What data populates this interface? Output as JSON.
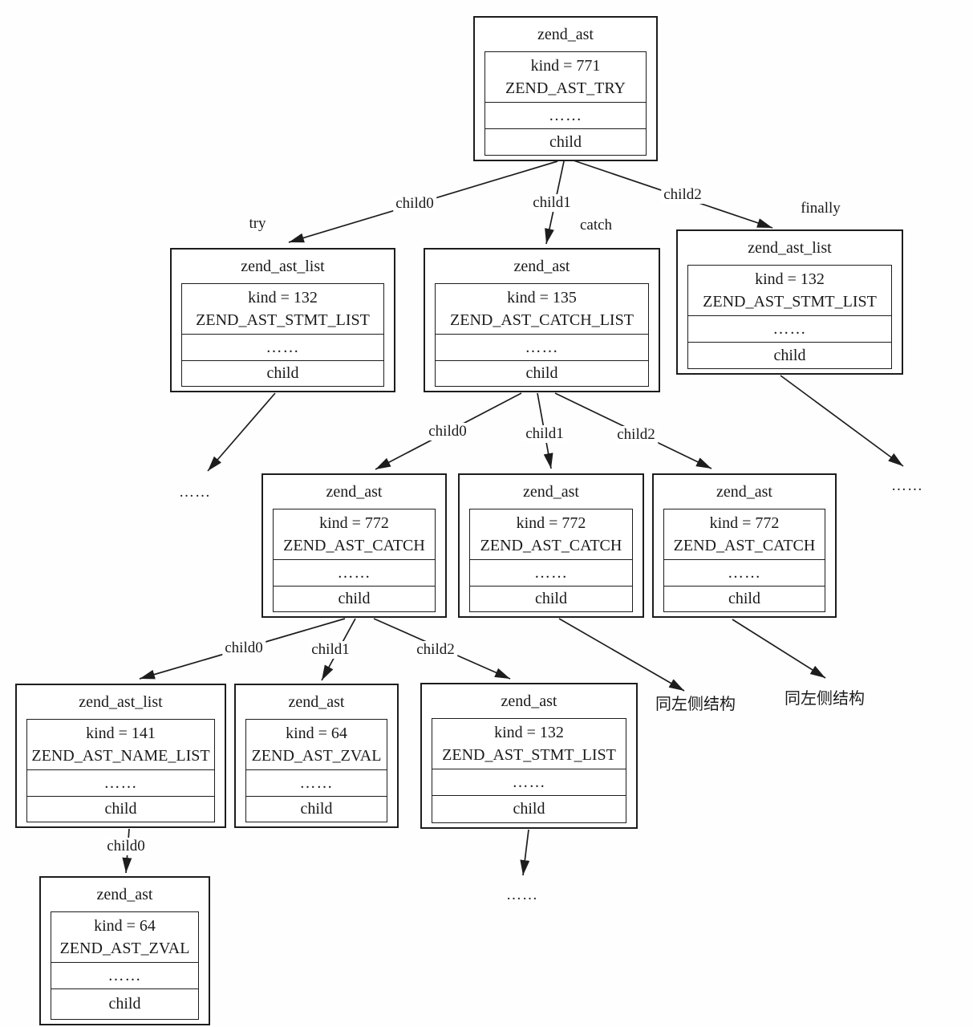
{
  "nodes": {
    "try_root": {
      "title": "zend_ast",
      "kind": "kind = 771",
      "kind_name": "ZEND_AST_TRY",
      "dots": "……",
      "child": "child"
    },
    "try_stmt_list": {
      "title": "zend_ast_list",
      "kind": "kind = 132",
      "kind_name": "ZEND_AST_STMT_LIST",
      "dots": "……",
      "child": "child"
    },
    "catch_list": {
      "title": "zend_ast",
      "kind": "kind = 135",
      "kind_name": "ZEND_AST_CATCH_LIST",
      "dots": "……",
      "child": "child"
    },
    "finally_stmt_list": {
      "title": "zend_ast_list",
      "kind": "kind = 132",
      "kind_name": "ZEND_AST_STMT_LIST",
      "dots": "……",
      "child": "child"
    },
    "catch_0": {
      "title": "zend_ast",
      "kind": "kind = 772",
      "kind_name": "ZEND_AST_CATCH",
      "dots": "……",
      "child": "child"
    },
    "catch_1": {
      "title": "zend_ast",
      "kind": "kind = 772",
      "kind_name": "ZEND_AST_CATCH",
      "dots": "……",
      "child": "child"
    },
    "catch_2": {
      "title": "zend_ast",
      "kind": "kind = 772",
      "kind_name": "ZEND_AST_CATCH",
      "dots": "……",
      "child": "child"
    },
    "name_list": {
      "title": "zend_ast_list",
      "kind": "kind = 141",
      "kind_name": "ZEND_AST_NAME_LIST",
      "dots": "……",
      "child": "child"
    },
    "zval_name": {
      "title": "zend_ast",
      "kind": "kind = 64",
      "kind_name": "ZEND_AST_ZVAL",
      "dots": "……",
      "child": "child"
    },
    "catch_stmt_list": {
      "title": "zend_ast",
      "kind": "kind = 132",
      "kind_name": "ZEND_AST_STMT_LIST",
      "dots": "……",
      "child": "child"
    },
    "zval_class": {
      "title": "zend_ast",
      "kind": "kind = 64",
      "kind_name": "ZEND_AST_ZVAL",
      "dots": "……",
      "child": "child"
    }
  },
  "edge_labels": {
    "root_child0": "child0",
    "root_child1": "child1",
    "root_child2": "child2",
    "branch_try": "try",
    "branch_catch": "catch",
    "branch_finally": "finally",
    "catchlist_child0": "child0",
    "catchlist_child1": "child1",
    "catchlist_child2": "child2",
    "catch0_child0": "child0",
    "catch0_child1": "child1",
    "catch0_child2": "child2",
    "namelist_child0": "child0"
  },
  "annotations": {
    "ellipsis_try": "……",
    "ellipsis_finally": "……",
    "ellipsis_stmt": "……",
    "same_as_left_1": "同左侧结构",
    "same_as_left_2": "同左侧结构"
  },
  "colors": {
    "line": "#1d1d1d",
    "background": "#fefefe",
    "text": "#1a1a1a"
  }
}
